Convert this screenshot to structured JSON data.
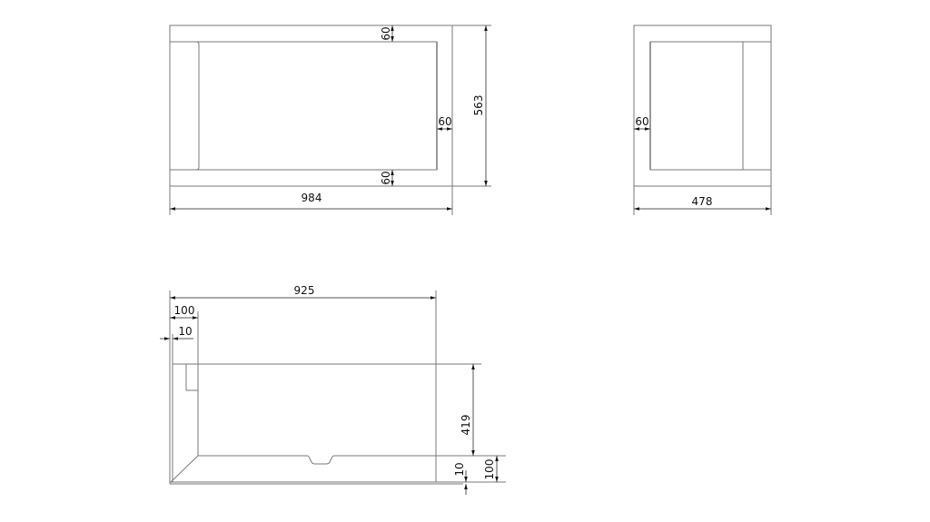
{
  "views": {
    "top": {
      "dim_top_rim": "60",
      "dim_right_rim": "60",
      "dim_bottom_rim": "60",
      "dim_width": "563",
      "dim_length": "984"
    },
    "side": {
      "dim_rim": "60",
      "dim_width": "478"
    },
    "front": {
      "dim_length": "925",
      "dim_step": "100",
      "dim_wall": "10",
      "dim_height": "419",
      "dim_base_thickness": "10",
      "dim_base_height": "100"
    }
  },
  "colors": {
    "line": "#7a7a7a",
    "text": "#111111"
  }
}
